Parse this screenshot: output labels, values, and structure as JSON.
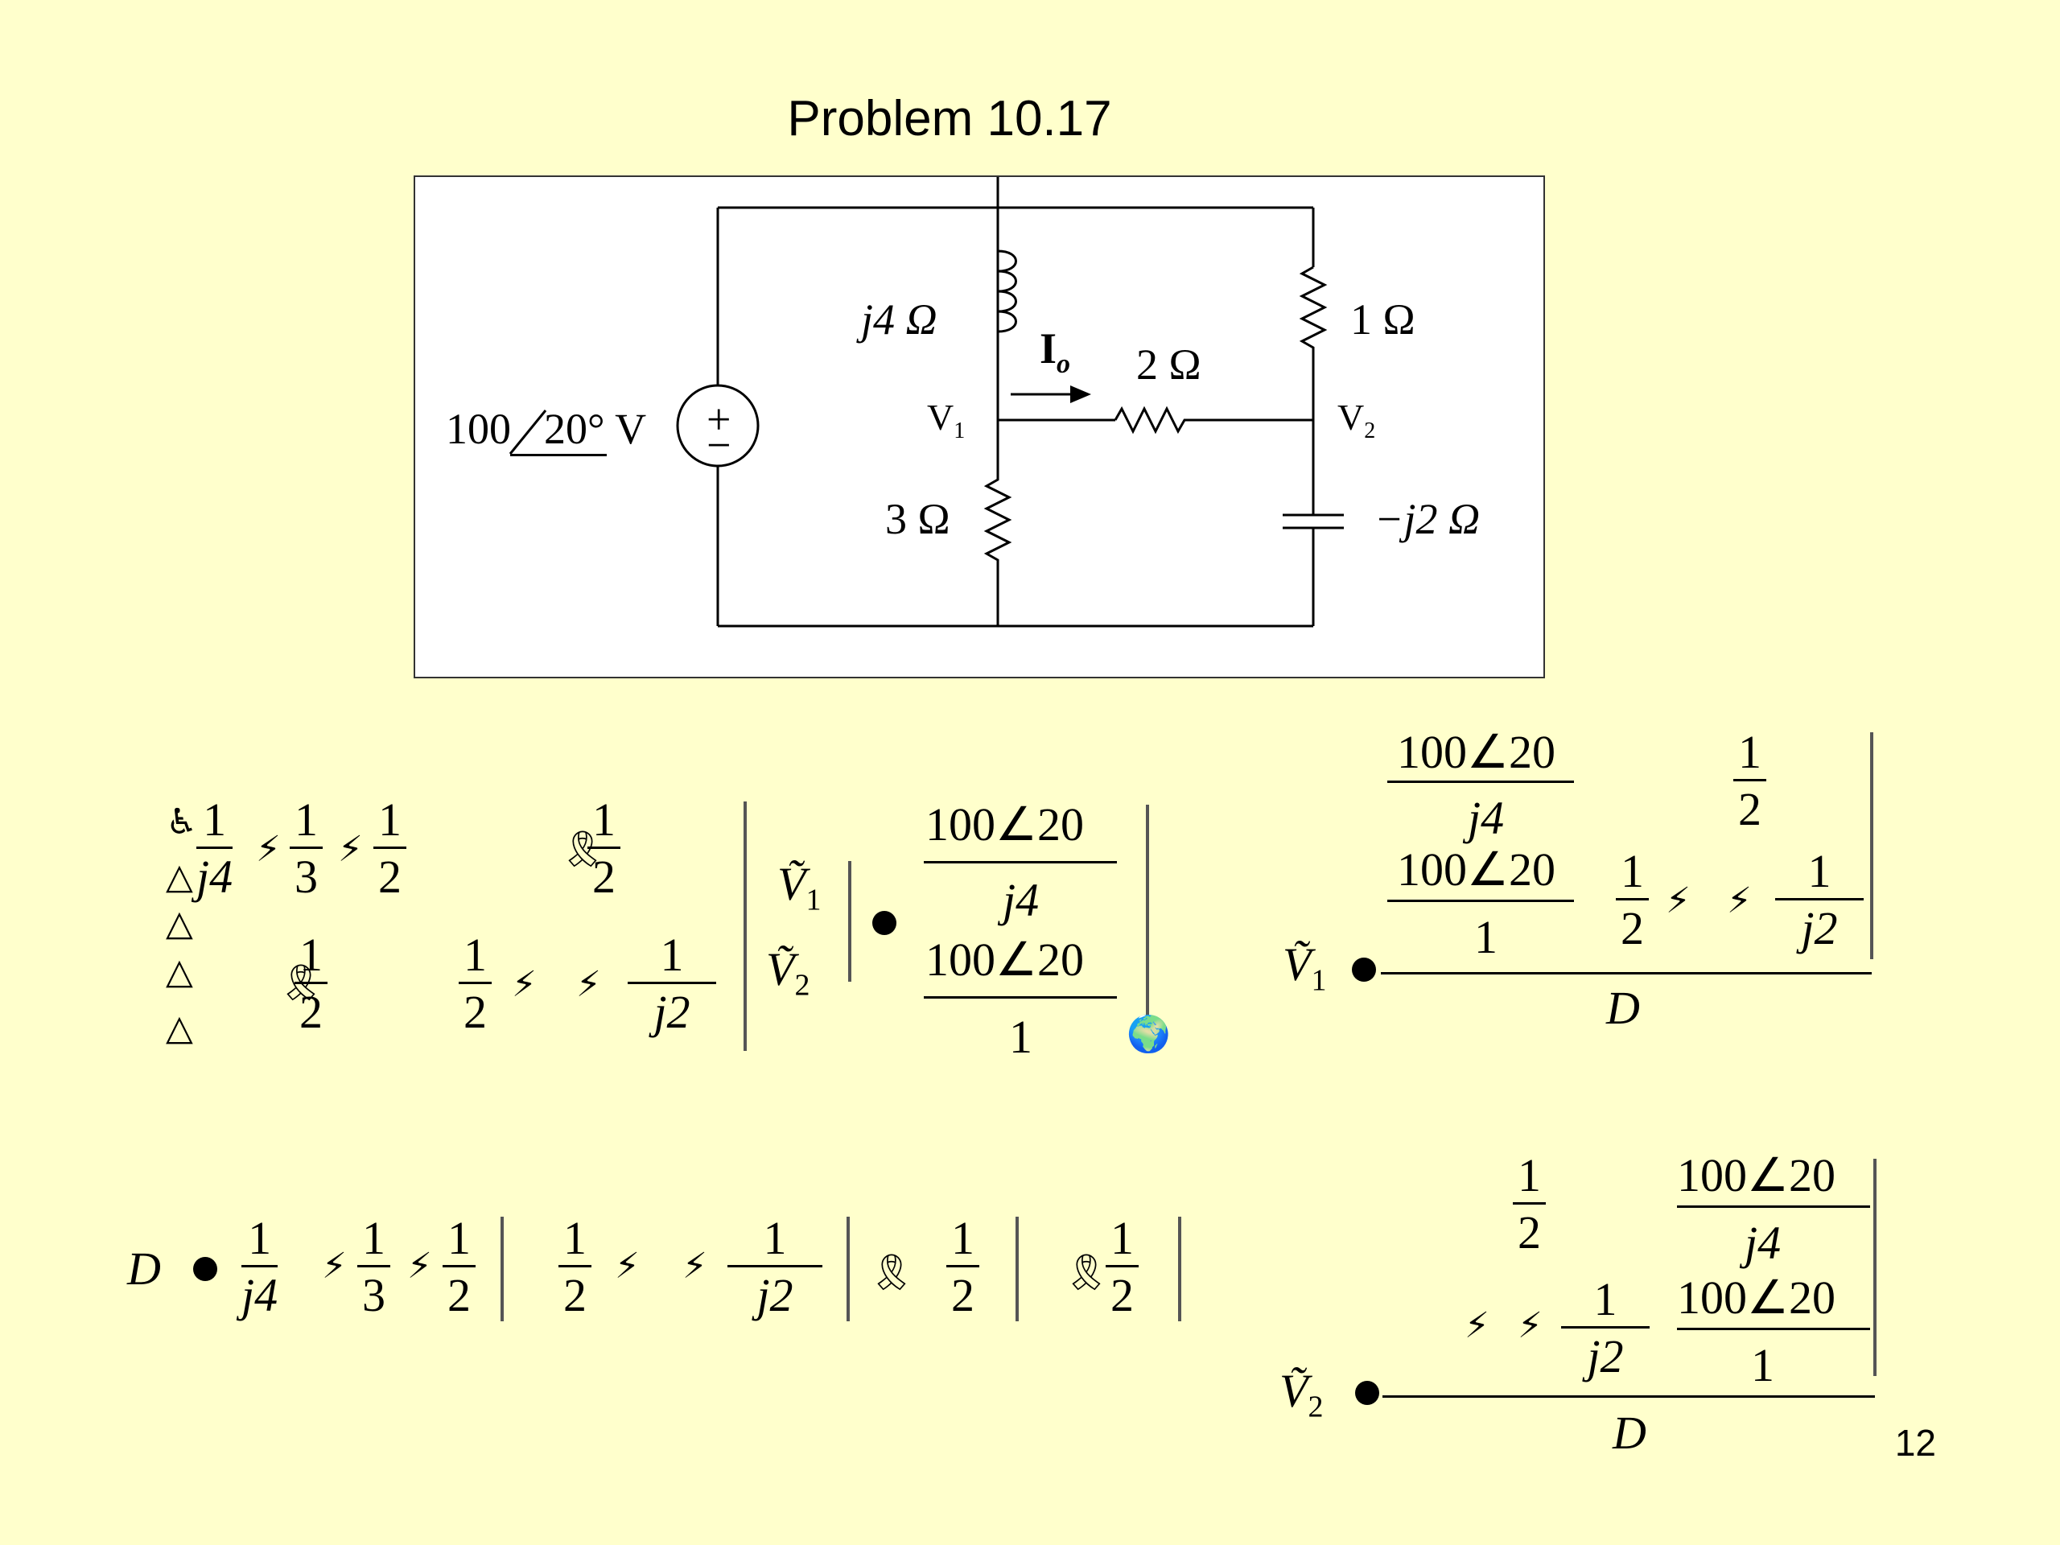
{
  "slide": {
    "title": "Problem 10.17",
    "page_number": "12"
  },
  "circuit": {
    "source_label": "100",
    "source_angle": "20° V",
    "source_plus": "+",
    "source_minus": "−",
    "inductor_label": "j4 Ω",
    "resistor_3_label": "3 Ω",
    "resistor_2_label": "2 Ω",
    "resistor_1_label": "1 Ω",
    "capacitor_label": "−j2 Ω",
    "current_label": "I",
    "current_sub": "o",
    "node1_label": "V",
    "node1_sub": "1",
    "node2_label": "V",
    "node2_sub": "2"
  },
  "equations": {
    "eq1": {
      "row1": [
        "1",
        "j4",
        "1",
        "3",
        "1",
        "2"
      ],
      "row2": [
        "1",
        "2"
      ],
      "col2_top": [
        "1",
        "2"
      ],
      "col2_bot": [
        "1",
        "2",
        "1",
        "j2"
      ],
      "vec": [
        "Ṽ",
        "1",
        "Ṽ",
        "2"
      ],
      "rhs_top": [
        "100",
        "20",
        "j4"
      ],
      "rhs_bot": [
        "100",
        "20",
        "1"
      ],
      "equals": "●"
    },
    "eq_D": {
      "lhs": "D",
      "terms": [
        "1",
        "j4",
        "1",
        "3",
        "1",
        "2",
        "1",
        "2",
        "1",
        "j2",
        "1",
        "2",
        "1",
        "2"
      ]
    },
    "eq_V1": {
      "lhs_base": "Ṽ",
      "lhs_sub": "1",
      "top_row": [
        "100",
        "20",
        "j4",
        "1",
        "2"
      ],
      "bot_row": [
        "100",
        "20",
        "1",
        "1",
        "2",
        "1",
        "j2"
      ],
      "den": "D"
    },
    "eq_V2": {
      "lhs_base": "Ṽ",
      "lhs_sub": "2",
      "top_row": [
        "1",
        "2",
        "100",
        "20",
        "j4"
      ],
      "bot_row": [
        "1",
        "j2",
        "100",
        "20",
        "1"
      ],
      "den": "D"
    },
    "glitch_symbols": {
      "wheel": "♿",
      "triangle": "△",
      "ribbon": "🎗",
      "globe": "🌍",
      "bolt": "⚡",
      "angle": "∠"
    }
  }
}
